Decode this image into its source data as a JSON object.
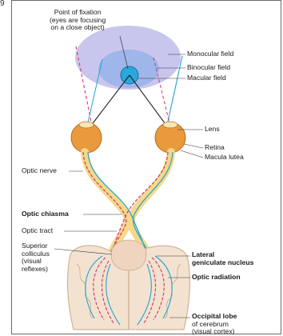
{
  "corner_mark": "9",
  "labels": {
    "fixation": [
      "Point of fixation",
      "(eyes are focusing",
      "on a close object)"
    ],
    "monocular_field": "Monocular field",
    "binocular_field": "Binocular field",
    "macular_field": "Macular field",
    "lens": "Lens",
    "retina": "Retina",
    "macula_lutea": "Macula lutea",
    "optic_nerve": "Optic nerve",
    "optic_chiasma": "Optic chiasma",
    "optic_tract": "Optic tract",
    "superior_colliculus": [
      "Superior",
      "colliculus",
      "(visual",
      "reflexes)"
    ],
    "lateral_geniculate": [
      "Lateral",
      "geniculate nucleus"
    ],
    "optic_radiation": "Optic radiation",
    "occipital_lobe": [
      "Occipital lobe",
      "of cerebrum",
      "(visual cortex)"
    ]
  },
  "colors": {
    "monocular_field": "#c9c6ee",
    "binocular_field": "#9fb6ea",
    "macular_field": "#2aa7dc",
    "left_pathway": "#d6336c",
    "right_pathway": "#1ea5d6",
    "nerve_fill": "#f4d98a",
    "brain_fill": "#f3e2cf",
    "eye_fill": "#e89a3c"
  }
}
